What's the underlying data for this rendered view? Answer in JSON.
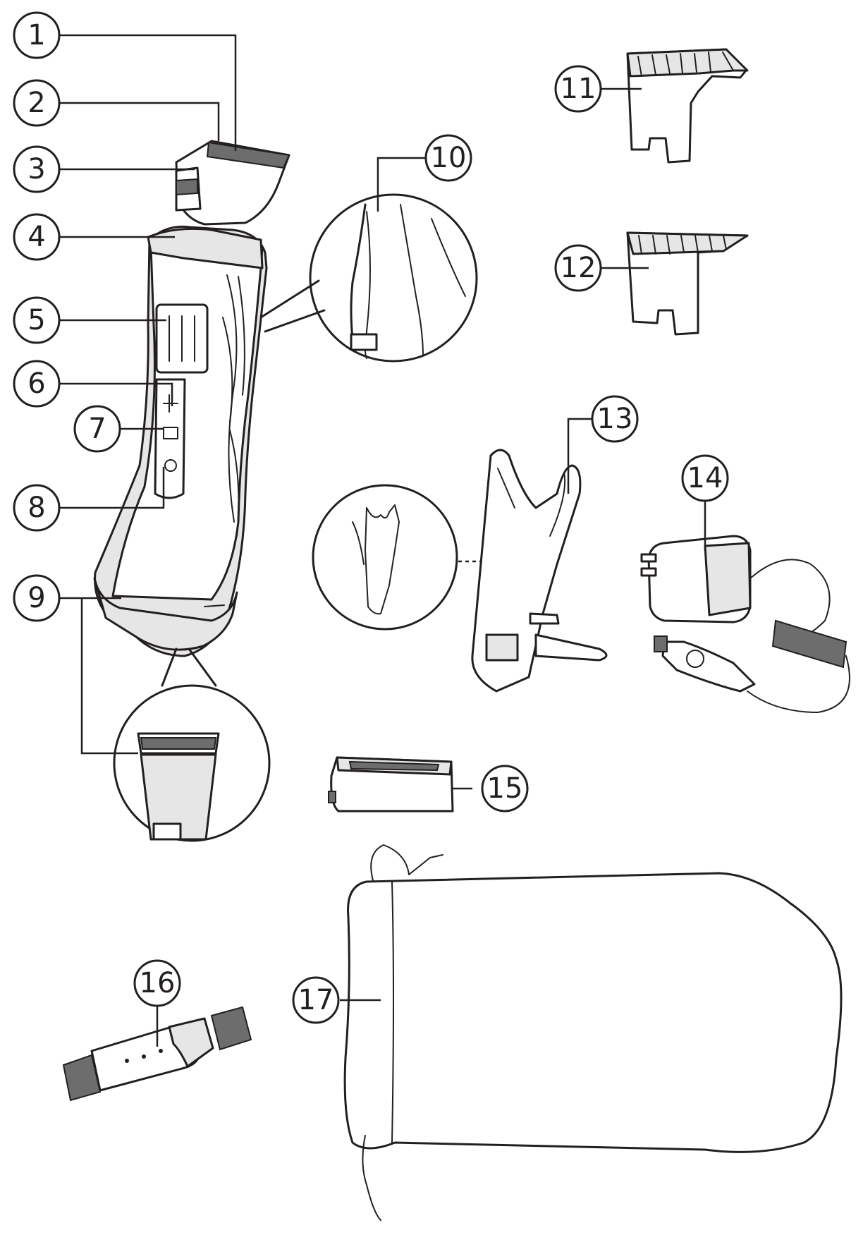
{
  "callouts": {
    "c1": "1",
    "c2": "2",
    "c3": "3",
    "c4": "4",
    "c5": "5",
    "c6": "6",
    "c7": "7",
    "c8": "8",
    "c9": "9",
    "c10": "10",
    "c11": "11",
    "c12": "12",
    "c13": "13",
    "c14": "14",
    "c15": "15",
    "c16": "16",
    "c17": "17"
  },
  "colors": {
    "ink": "#231f20",
    "shade": "#e6e6e6",
    "paper": "#ffffff"
  }
}
